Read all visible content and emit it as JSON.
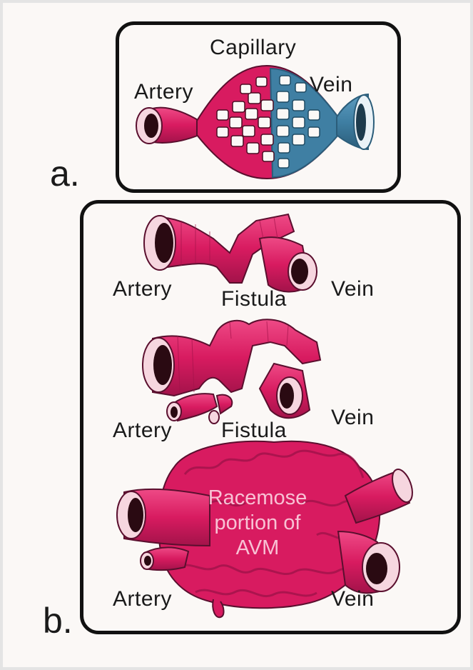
{
  "panel_a": {
    "letter": "a.",
    "capillary": "Capillary",
    "artery": "Artery",
    "vein": "Vein"
  },
  "panel_b": {
    "letter": "b.",
    "fistula1": {
      "artery": "Artery",
      "fistula": "Fistula",
      "vein": "Vein"
    },
    "fistula2": {
      "artery": "Artery",
      "fistula": "Fistula",
      "vein": "Vein"
    },
    "avm": {
      "line1": "Racemose",
      "line2": "portion of",
      "line3": "AVM",
      "artery": "Artery",
      "vein": "Vein"
    }
  },
  "colors": {
    "artery": "#d81b60",
    "vein": "#3f7fa3",
    "outline": "#5a0f2e",
    "frame": "#111111"
  }
}
